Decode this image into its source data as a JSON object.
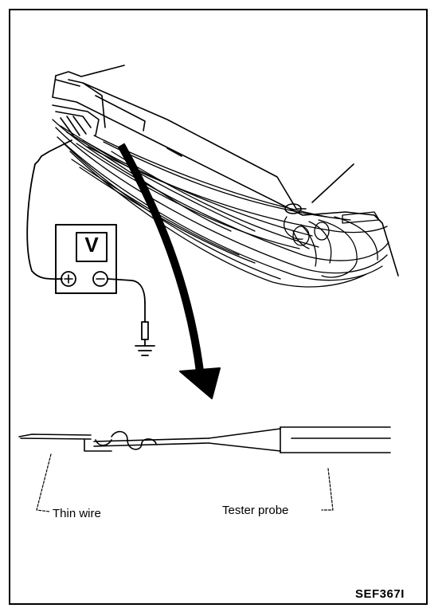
{
  "figure": {
    "meter_symbol": "V",
    "labels": {
      "thin_wire": "Thin wire",
      "tester_probe": "Tester probe"
    },
    "figure_code": "SEF367I"
  },
  "icons": {
    "meter": "voltmeter-icon",
    "positive": "plus-terminal-icon",
    "negative": "minus-terminal-icon",
    "ground": "ground-symbol-icon",
    "arrow": "curved-arrow-icon"
  },
  "colors": {
    "ink": "#000000",
    "paper": "#ffffff"
  }
}
